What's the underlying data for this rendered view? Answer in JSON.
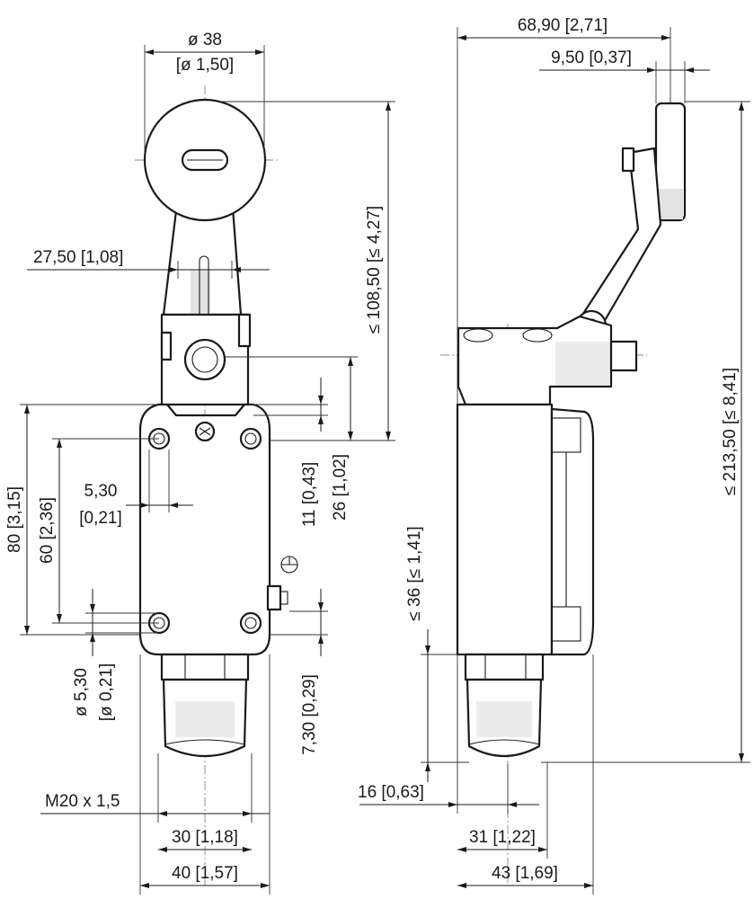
{
  "dimensions": {
    "roller_diameter": "ø 38",
    "roller_diameter_in": "[ø 1,50]",
    "lever_offset": "27,50 [1,08]",
    "lever_height": "≤ 108,50 [≤ 4,27]",
    "hole_spacing_h": "5,30",
    "hole_spacing_h_in": "[0,21]",
    "body_height": "80 [3,15]",
    "hole_pitch_v": "60 [2,36]",
    "dim_11": "11 [0,43]",
    "dim_26": "26 [1,02]",
    "hole_dia": "ø 5,30",
    "hole_dia_in": "[ø 0,21]",
    "dim_730": "7,30 [0,29]",
    "thread": "M20 x 1,5",
    "width_30": "30 [1,18]",
    "width_40": "40 [1,57]",
    "side_overall": "68,90 [2,71]",
    "roller_width": "9,50 [0,37]",
    "total_height": "≤ 213,50 [≤ 8,41]",
    "gland_height": "≤ 36 [≤ 1,41]",
    "dim_16": "16 [0,63]",
    "depth_31": "31 [1,22]",
    "depth_43": "43 [1,69]"
  },
  "symbols": {
    "ground": "earth-ground-symbol"
  }
}
